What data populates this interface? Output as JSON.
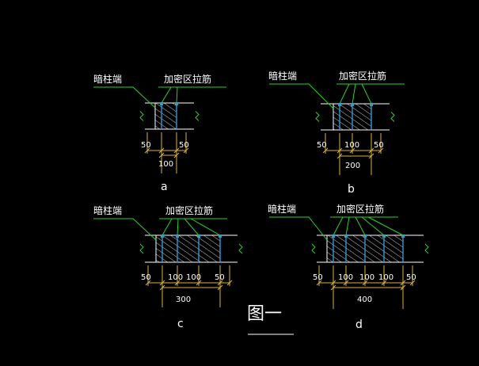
{
  "colors": {
    "background": "#000000",
    "wall": "#ffffff",
    "hatch": "#ffffff",
    "rebar": "#2f9bd3",
    "leader": "#2bd12b",
    "dimension": "#d9b23a",
    "break_mark": "#2bd12b",
    "text": "#ffffff"
  },
  "details": [
    {
      "id": "a",
      "caption": "a",
      "label_column_end": "暗柱端",
      "label_tie_bar": "加密区拉筋",
      "dim_sub": [
        "50",
        "50"
      ],
      "dim_total": "100",
      "bays": 1
    },
    {
      "id": "b",
      "caption": "b",
      "label_column_end": "暗柱端",
      "label_tie_bar": "加密区拉筋",
      "dim_sub": [
        "50",
        "100",
        "50"
      ],
      "dim_total": "200",
      "bays": 2
    },
    {
      "id": "c",
      "caption": "c",
      "label_column_end": "暗柱端",
      "label_tie_bar": "加密区拉筋",
      "dim_sub": [
        "50",
        "100",
        "100",
        "50"
      ],
      "dim_total": "300",
      "bays": 3
    },
    {
      "id": "d",
      "caption": "d",
      "label_column_end": "暗柱端",
      "label_tie_bar": "加密区拉筋",
      "dim_sub": [
        "50",
        "100",
        "100",
        "100",
        "50"
      ],
      "dim_total": "400",
      "bays": 4
    }
  ],
  "figure_title": "图一"
}
